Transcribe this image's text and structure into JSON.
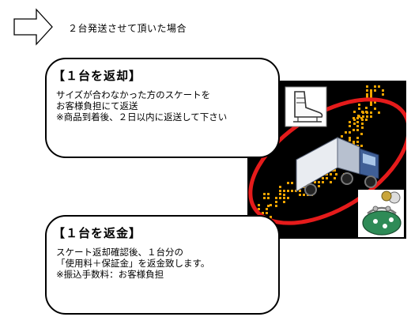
{
  "header": {
    "text": "２台発送させて頂いた場合"
  },
  "card_return": {
    "title": "【１台を返却】",
    "lines": [
      "サイズが合わなかった方のスケートを",
      "お客様負担にて返送",
      "※商品到着後、２日以内に返送して下さい"
    ]
  },
  "card_refund": {
    "title": "【１台を返金】",
    "lines": [
      "スケート返却確認後、１台分の",
      "「使用料＋保証金」を返金致します。",
      "※振込手数料：お客様負担"
    ]
  },
  "colors": {
    "ring": "#e51b1b",
    "map": "#f0a400",
    "truck": "#3f5f96",
    "purse": "#2e8b57"
  },
  "icons": [
    "arrow-right-icon",
    "skate-icon",
    "truck-icon",
    "purse-icon",
    "japan-map-icon"
  ]
}
